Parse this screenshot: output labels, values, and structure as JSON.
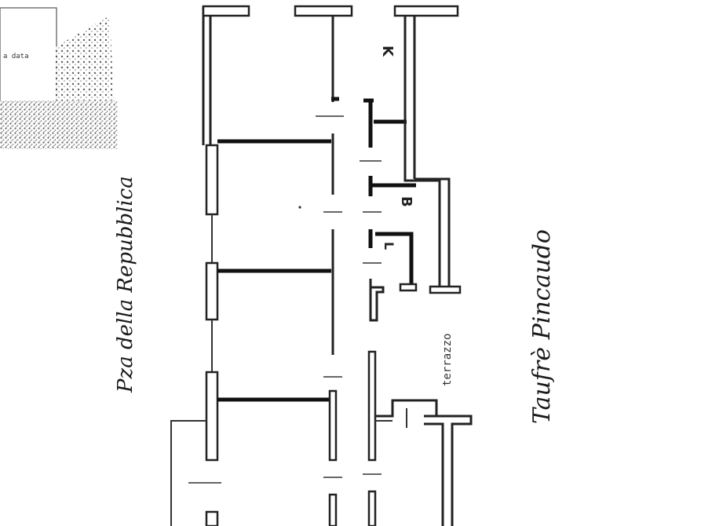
{
  "labels": {
    "square_name": "Pza della Repubblica",
    "street_name": "Taufrè Pincaudo",
    "terrace": "terrazzo",
    "legend_fragment": "a data",
    "room_k": "K",
    "room_b": "B",
    "room_l": "L"
  },
  "colors": {
    "ink": "#222222",
    "paper": "#ffffff"
  }
}
